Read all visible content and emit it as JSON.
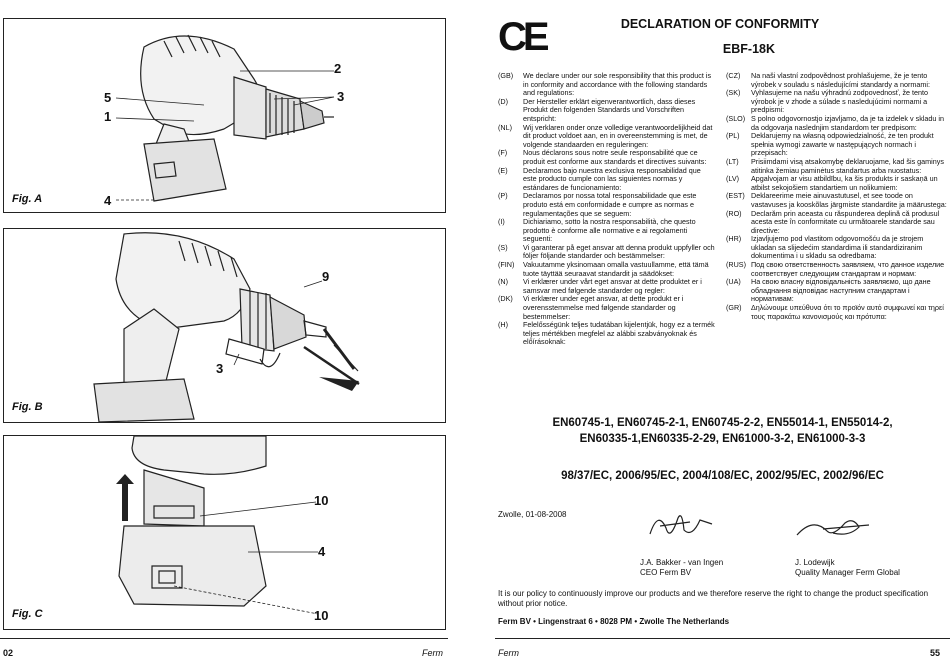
{
  "left_page": {
    "figures": [
      {
        "label": "Fig. A",
        "callouts": [
          "2",
          "5",
          "3",
          "1",
          "4"
        ]
      },
      {
        "label": "Fig. B",
        "callouts": [
          "9",
          "3"
        ]
      },
      {
        "label": "Fig. C",
        "callouts": [
          "10",
          "4",
          "10"
        ]
      }
    ],
    "footer": {
      "page_number": "02",
      "brand": "Ferm"
    }
  },
  "right_page": {
    "ce_mark": "CE",
    "title": "DECLARATION OF CONFORMITY",
    "model": "EBF-18K",
    "declarations_left": [
      {
        "code": "(GB)",
        "text": "We declare under our sole responsibility that this product is in conformity and accordance with the following standards and regulations:"
      },
      {
        "code": "(D)",
        "text": "Der Hersteller erklärt eigenverantwortlich, dass dieses Produkt den folgenden Standards und Vorschriften entspricht:"
      },
      {
        "code": "(NL)",
        "text": "Wij verklaren onder onze volledige verantwoordelijkheid dat dit product voldoet aan, en in overeenstemming is met, de volgende standaarden en reguleringen:"
      },
      {
        "code": "(F)",
        "text": "Nous déclarons sous notre seule responsabilité que ce produit est conforme aux standards et directives suivants:"
      },
      {
        "code": "(E)",
        "text": "Declaramos bajo nuestra exclusiva responsabilidad que este producto cumple con las siguientes normas y estándares de funcionamiento:"
      },
      {
        "code": "(P)",
        "text": "Declaramos por nossa total responsabilidade que este produto está em conformidade e cumpre as normas e regulamentações que se seguem:"
      },
      {
        "code": "(I)",
        "text": "Dichiariamo, sotto la nostra responsabilità, che questo prodotto è conforme alle normative e ai regolamenti seguenti:"
      },
      {
        "code": "(S)",
        "text": "Vi garanterar på eget ansvar att denna produkt uppfyller och följer följande standarder och bestämmelser:"
      },
      {
        "code": "(FIN)",
        "text": "Vakuutamme yksinomaan omalla vastuullamme, että tämä tuote täyttää seuraavat standardit ja säädökset:"
      },
      {
        "code": "(N)",
        "text": "Vi erklærer under vårt eget ansvar at dette produktet er i samsvar med følgende standarder og regler:"
      },
      {
        "code": "(DK)",
        "text": "Vi erklærer under eget ansvar, at dette produkt er i overensstemmelse med følgende standarder og bestemmelser:"
      },
      {
        "code": "(H)",
        "text": "Felelősségünk teljes tudatában kijelentjük, hogy ez a termék teljes mértékben megfelel az alábbi szabványoknak és előírásoknak:"
      }
    ],
    "declarations_right": [
      {
        "code": "(CZ)",
        "text": "Na naši vlastní zodpovědnost prohlašujeme, že je tento výrobek v souladu s následujícími standardy a normami:"
      },
      {
        "code": "(SK)",
        "text": "Vyhlasujeme na našu výhradnú zodpovednosť, že tento výrobok je v zhode a súlade s nasledujúcimi normami a predpismi:"
      },
      {
        "code": "(SLO)",
        "text": "S polno odgovornostjo izjavljamo, da je ta izdelek v skladu in da odgovarja naslednjim standardom ter predpisom:"
      },
      {
        "code": "(PL)",
        "text": "Deklarujemy na własną odpowiedzialność, że ten produkt spełnia wymogi zawarte w następujących normach i przepisach:"
      },
      {
        "code": "(LT)",
        "text": "Prisiimdami visą atsakomybę deklaruojame, kad šis gaminys atitinka žemiau paminėtus standartus arba nuostatus:"
      },
      {
        "code": "(LV)",
        "text": "Apgalvojam ar visu atbildību, ka šis produkts ir saskaņā un atbilst sekojošiem standartiem un nolikumiem:"
      },
      {
        "code": "(EST)",
        "text": "Deklareerime meie ainuvastutusel, et see toode on vastavuses ja kooskõlas järgmiste standardite ja määrustega:"
      },
      {
        "code": "(RO)",
        "text": "Declarăm prin aceasta cu răspunderea deplină că produsul acesta este în conformitate cu următoarele standarde sau directive:"
      },
      {
        "code": "(HR)",
        "text": "Izjavljujemo pod vlastitom odgovornošću da je strojem ukladan sa slijedećim standardima ili standardiziranim dokumentima i u skladu sa odredbama:"
      },
      {
        "code": "(RUS)",
        "text": "Под свою ответственность заявляем, что данное изделие соответствует следующим стандартам и нормам:"
      },
      {
        "code": "(UA)",
        "text": "На свою власну відповідальність заявляємо, що дане обладнання відповідає наступним стандартам і нормативам:"
      },
      {
        "code": "(GR)",
        "text": "Δηλώνουμε υπεύθυνα ότι το προϊόν αυτό συμφωνεί και τηρεί τους παρακάτω κανονισμούς και πρότυπα:"
      }
    ],
    "standards_lines": [
      "EN60745-1, EN60745-2-1, EN60745-2-2, EN55014-1, EN55014-2,",
      "EN60335-1,EN60335-2-29, EN61000-3-2, EN61000-3-3"
    ],
    "directives": "98/37/EC, 2006/95/EC, 2004/108/EC, 2002/95/EC, 2002/96/EC",
    "place_date": "Zwolle, 01-08-2008",
    "signatories": [
      {
        "name": "J.A. Bakker - van Ingen",
        "title": "CEO Ferm BV"
      },
      {
        "name": "J. Lodewijk",
        "title": "Quality Manager Ferm Global"
      }
    ],
    "policy": "It is our policy to continuously improve our products and we therefore reserve the right to change the product specification without prior notice.",
    "address": "Ferm BV • Lingenstraat 6 • 8028 PM • Zwolle The Netherlands",
    "footer": {
      "brand": "Ferm",
      "page_number": "55"
    }
  }
}
